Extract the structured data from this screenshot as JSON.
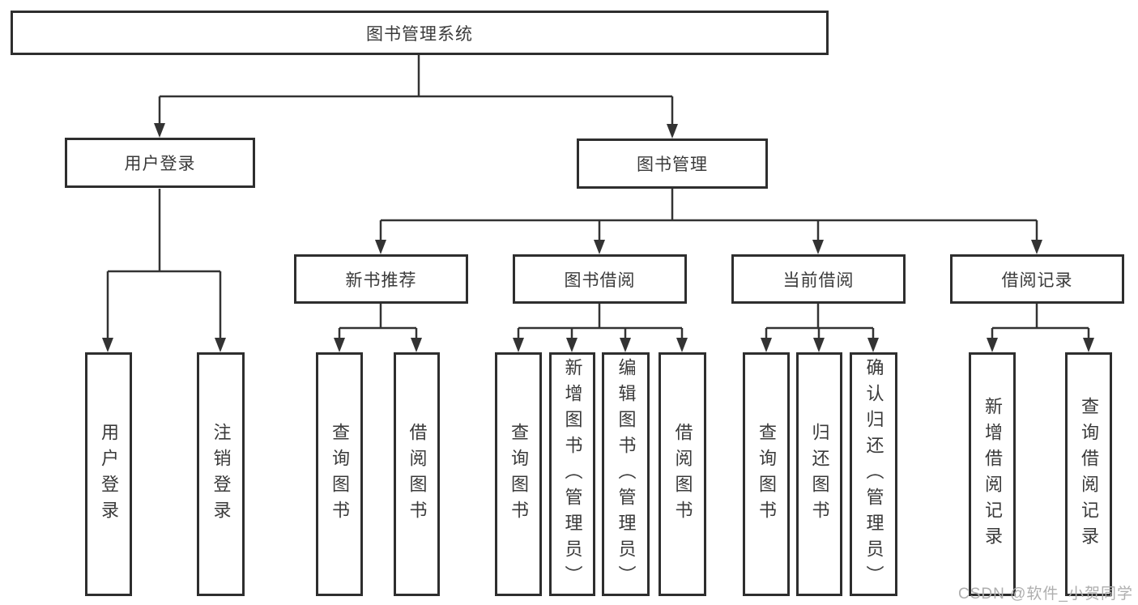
{
  "tree": {
    "root": {
      "label": "图书管理系统"
    },
    "branches": [
      {
        "label": "用户登录",
        "children": [
          {
            "label": "用户登录"
          },
          {
            "label": "注销登录"
          }
        ]
      },
      {
        "label": "图书管理",
        "groups": [
          {
            "label": "新书推荐",
            "children": [
              {
                "label": "查询图书"
              },
              {
                "label": "借阅图书"
              }
            ]
          },
          {
            "label": "图书借阅",
            "children": [
              {
                "label": "查询图书"
              },
              {
                "label": "新增图书（管理员）"
              },
              {
                "label": "编辑图书（管理员）"
              },
              {
                "label": "借阅图书"
              }
            ]
          },
          {
            "label": "当前借阅",
            "children": [
              {
                "label": "查询图书"
              },
              {
                "label": "归还图书"
              },
              {
                "label": "确认归还（管理员）"
              }
            ]
          },
          {
            "label": "借阅记录",
            "children": [
              {
                "label": "新增借阅记录"
              },
              {
                "label": "查询借阅记录"
              }
            ]
          }
        ]
      }
    ]
  },
  "colors": {
    "line": "#333333",
    "border": "#2e2e2e",
    "text": "#3a3a3a",
    "watermark": "#aeaeae"
  },
  "watermark": {
    "text": "CSDN @软件_小贺同学"
  }
}
